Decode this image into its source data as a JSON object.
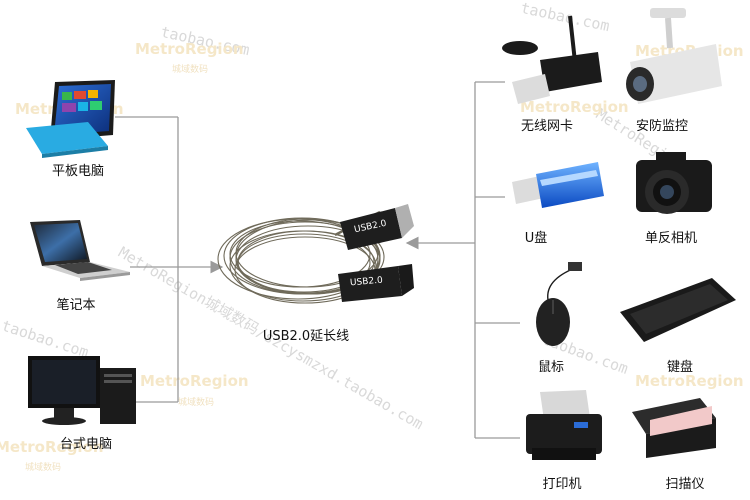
{
  "watermark": {
    "store": "taobao.com",
    "brand": "MetroRegion",
    "brand_sub": "城域数码",
    "diagonal": "MetroRegion城域数码/szcysmzxd.taobao.com"
  },
  "center": {
    "label": "USB2.0延长线",
    "plug_text": "USB2.0"
  },
  "left_devices": [
    {
      "label": "平板电脑"
    },
    {
      "label": "笔记本"
    },
    {
      "label": "台式电脑"
    }
  ],
  "right_devices": [
    {
      "label": "无线网卡"
    },
    {
      "label": "安防监控"
    },
    {
      "label": "U盘"
    },
    {
      "label": "单反相机"
    },
    {
      "label": "鼠标"
    },
    {
      "label": "键盘"
    },
    {
      "label": "打印机"
    },
    {
      "label": "扫描仪"
    }
  ],
  "colors": {
    "connector_line": "#9a9a9a",
    "cable": "#6f6a5a"
  }
}
